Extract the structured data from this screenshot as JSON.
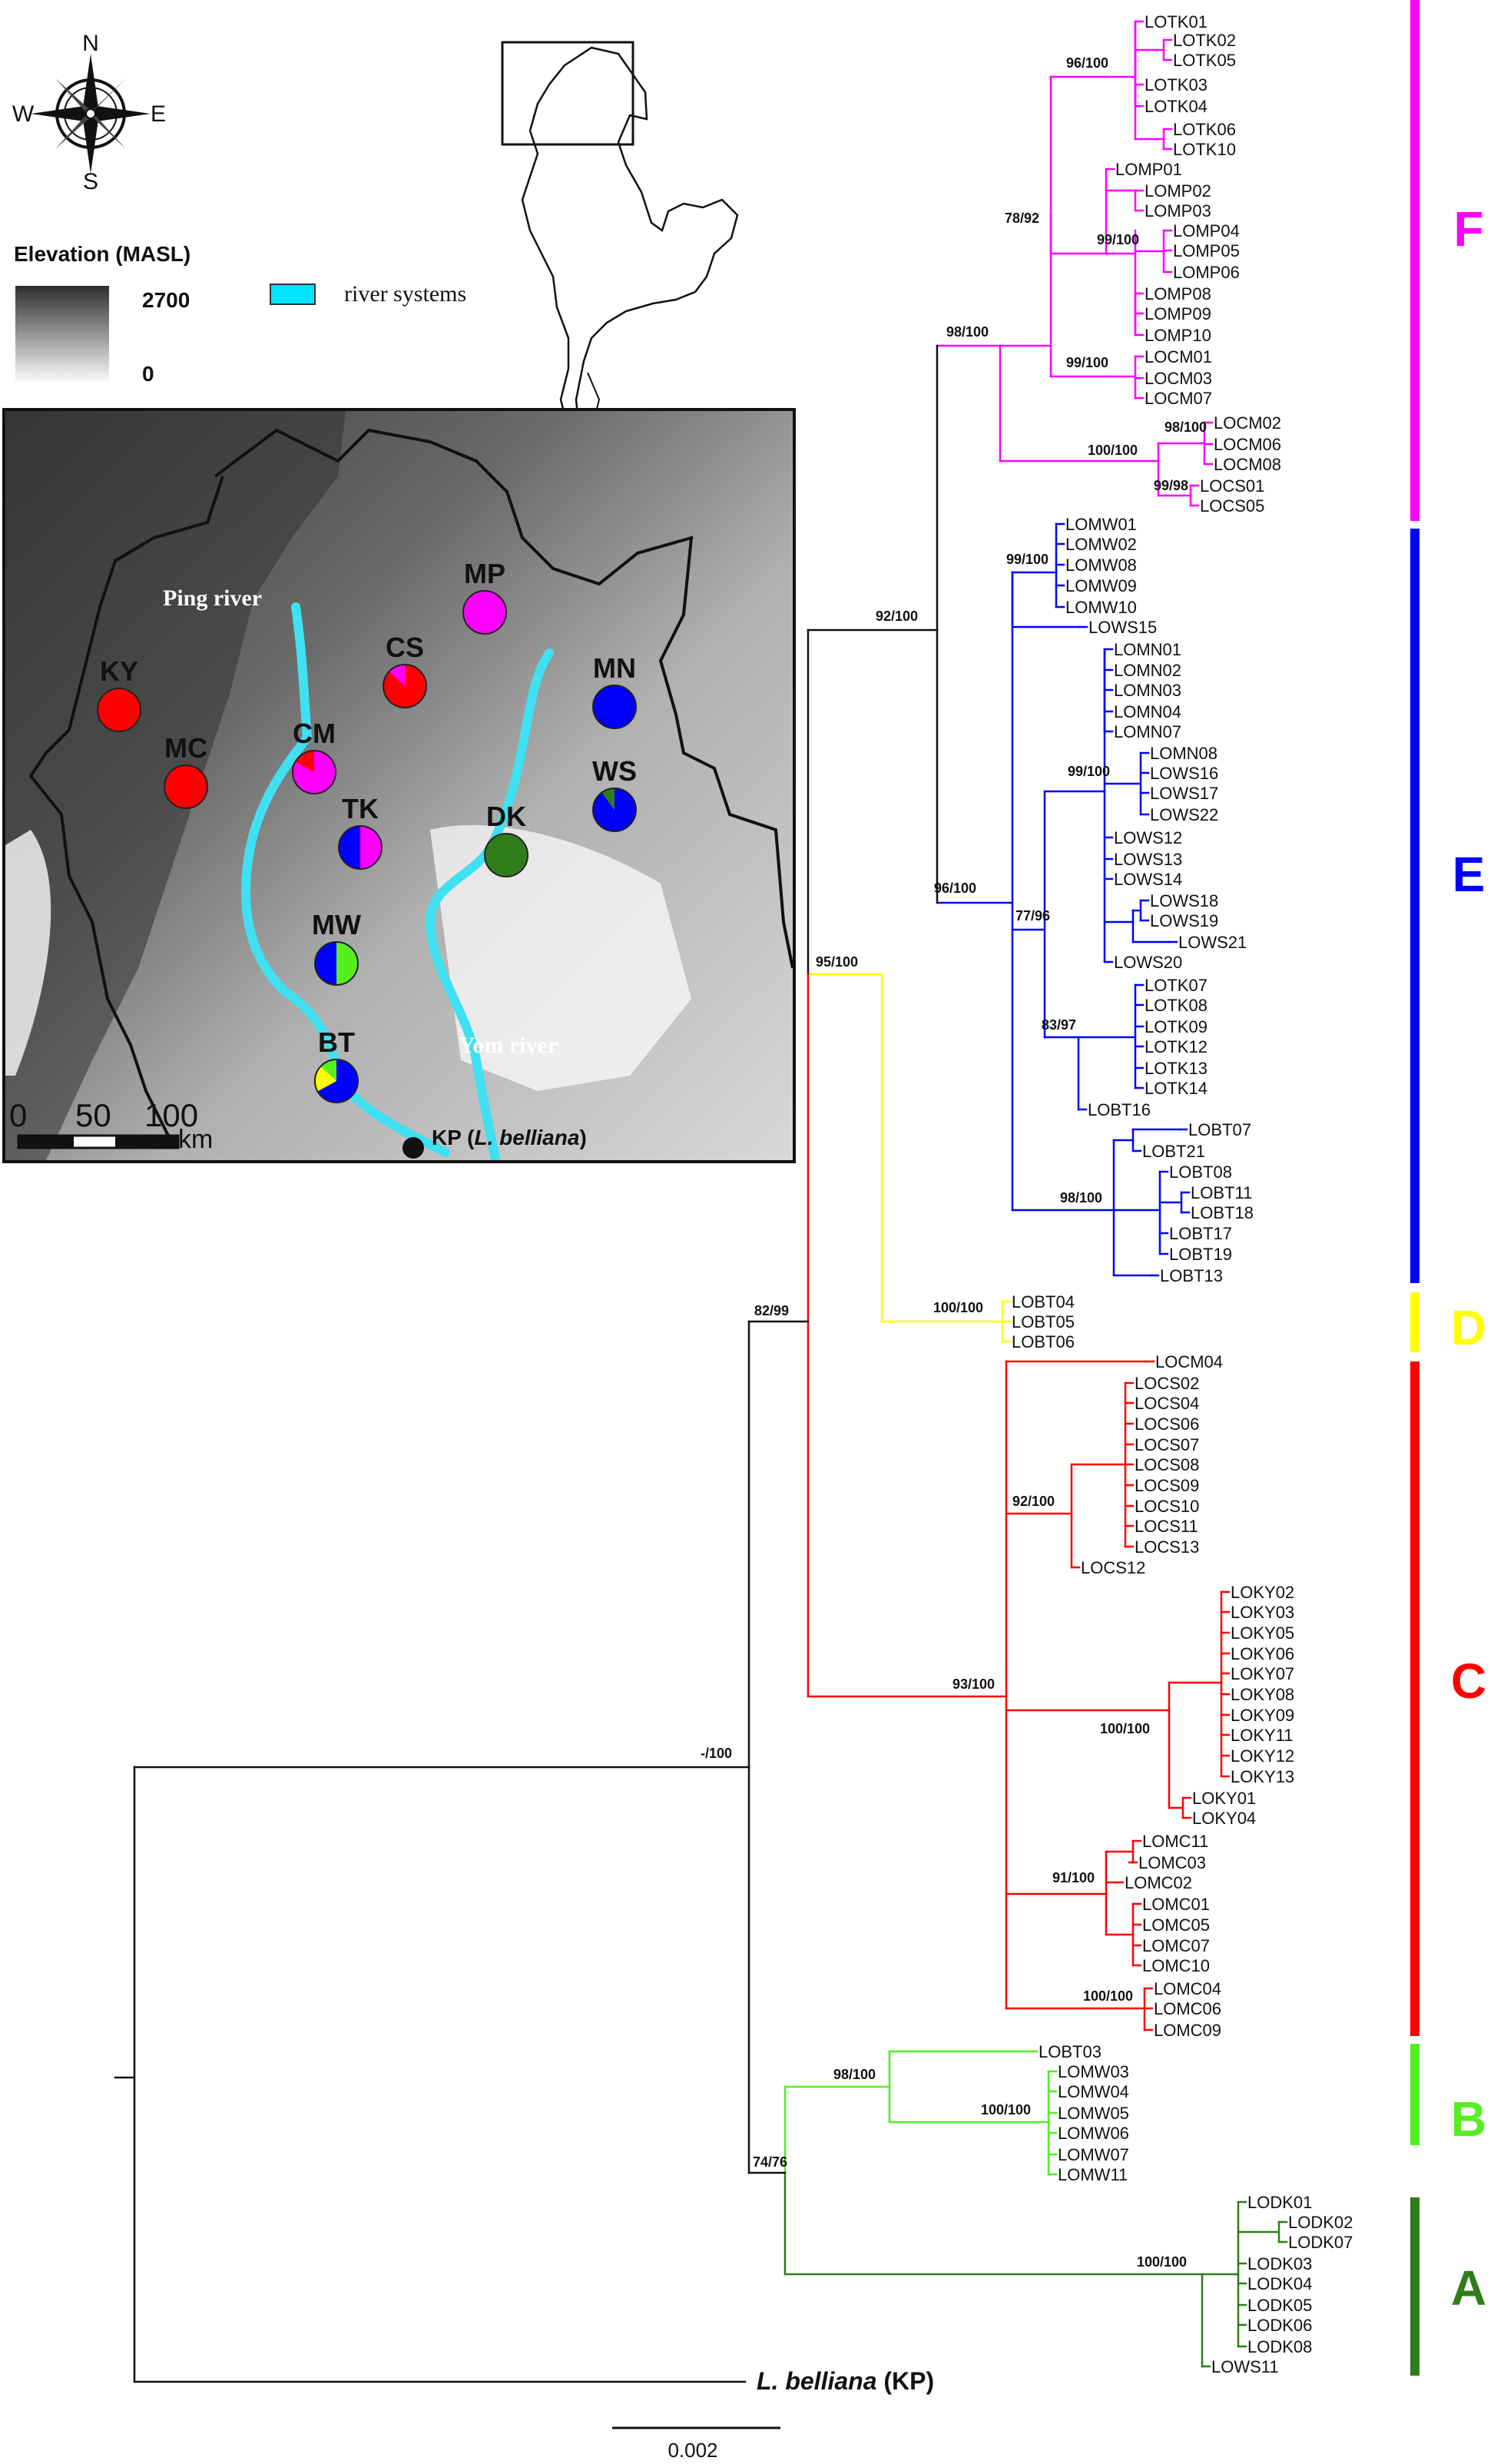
{
  "map": {
    "compass_labels": {
      "n": "N",
      "s": "S",
      "e": "E",
      "w": "W"
    },
    "elevation_title": "Elevation (MASL)",
    "elevation_max": "2700",
    "elevation_min": "0",
    "river_legend": "river systems",
    "ping_river": "Ping river",
    "yom_river": "Yom river",
    "scale_ticks": [
      "0",
      "50",
      "100"
    ],
    "scale_unit": "km",
    "outgroup_site_code": "KP",
    "outgroup_site_species": "L. belliana",
    "colors": {
      "A": "#2e7d1a",
      "B": "#55ee22",
      "C": "#ff0000",
      "D": "#ffff00",
      "E": "#0000ff",
      "F": "#ff00ff"
    },
    "sites": [
      {
        "code": "KY",
        "composition": [
          {
            "clade": "C",
            "fraction": 1.0
          }
        ]
      },
      {
        "code": "MC",
        "composition": [
          {
            "clade": "C",
            "fraction": 1.0
          }
        ]
      },
      {
        "code": "CS",
        "composition": [
          {
            "clade": "C",
            "fraction": 0.87
          },
          {
            "clade": "F",
            "fraction": 0.13
          }
        ]
      },
      {
        "code": "MP",
        "composition": [
          {
            "clade": "F",
            "fraction": 1.0
          }
        ]
      },
      {
        "code": "MN",
        "composition": [
          {
            "clade": "E",
            "fraction": 1.0
          }
        ]
      },
      {
        "code": "CM",
        "composition": [
          {
            "clade": "F",
            "fraction": 0.83
          },
          {
            "clade": "C",
            "fraction": 0.17
          }
        ]
      },
      {
        "code": "WS",
        "composition": [
          {
            "clade": "E",
            "fraction": 0.9
          },
          {
            "clade": "A",
            "fraction": 0.1
          }
        ]
      },
      {
        "code": "TK",
        "composition": [
          {
            "clade": "F",
            "fraction": 0.5
          },
          {
            "clade": "E",
            "fraction": 0.5
          }
        ]
      },
      {
        "code": "DK",
        "composition": [
          {
            "clade": "A",
            "fraction": 1.0
          }
        ]
      },
      {
        "code": "MW",
        "composition": [
          {
            "clade": "B",
            "fraction": 0.5
          },
          {
            "clade": "E",
            "fraction": 0.5
          }
        ]
      },
      {
        "code": "BT",
        "composition": [
          {
            "clade": "E",
            "fraction": 0.67
          },
          {
            "clade": "D",
            "fraction": 0.2
          },
          {
            "clade": "B",
            "fraction": 0.13
          }
        ]
      }
    ]
  },
  "tree": {
    "scale_label": "0.002",
    "outgroup_name": "L. belliana",
    "outgroup_suffix": "(KP)",
    "clades": [
      {
        "letter": "F",
        "color": "#ff00ff"
      },
      {
        "letter": "E",
        "color": "#0000ff"
      },
      {
        "letter": "D",
        "color": "#ffff00"
      },
      {
        "letter": "C",
        "color": "#ff0000"
      },
      {
        "letter": "B",
        "color": "#55ee22"
      },
      {
        "letter": "A",
        "color": "#2e7d1a"
      }
    ],
    "support": {
      "F_TK": "96/100",
      "F_MP": "99/100",
      "F_MPTK": "78/92",
      "F_CM": "99/100",
      "F_CMCS": "98/100",
      "F_CS": "99/98",
      "F_CMCS_root": "100/100",
      "F_root": "98/100",
      "EF": "92/100",
      "E_MW": "99/100",
      "E_big": "99/100",
      "E_mid": "77/96",
      "E_TK": "83/97",
      "E_upper": "96/100",
      "E_BT": "98/100",
      "DEF": "95/100",
      "D": "100/100",
      "CDEF": "82/99",
      "C_CS": "92/100",
      "C_KY": "100/100",
      "C_MC": "91/100",
      "C_MC2": "100/100",
      "C_root": "93/100",
      "ingroup": "-/100",
      "B": "98/100",
      "B_MW": "100/100",
      "AB": "74/76",
      "A": "100/100"
    },
    "tips": {
      "F": [
        "LOTK01",
        "LOTK02",
        "LOTK05",
        "LOTK03",
        "LOTK04",
        "LOTK06",
        "LOTK10",
        "LOMP01",
        "LOMP02",
        "LOMP03",
        "LOMP04",
        "LOMP05",
        "LOMP06",
        "LOMP08",
        "LOMP09",
        "LOMP10",
        "LOCM01",
        "LOCM03",
        "LOCM07",
        "LOCM02",
        "LOCM06",
        "LOCM08",
        "LOCS01",
        "LOCS05"
      ],
      "E": [
        "LOMW01",
        "LOMW02",
        "LOMW08",
        "LOMW09",
        "LOMW10",
        "LOWS15",
        "LOMN01",
        "LOMN02",
        "LOMN03",
        "LOMN04",
        "LOMN07",
        "LOMN08",
        "LOWS16",
        "LOWS17",
        "LOWS22",
        "LOWS12",
        "LOWS13",
        "LOWS14",
        "LOWS18",
        "LOWS19",
        "LOWS21",
        "LOWS20",
        "LOTK07",
        "LOTK08",
        "LOTK09",
        "LOTK12",
        "LOTK13",
        "LOTK14",
        "LOBT16",
        "LOBT07",
        "LOBT21",
        "LOBT08",
        "LOBT11",
        "LOBT18",
        "LOBT17",
        "LOBT19",
        "LOBT13"
      ],
      "D": [
        "LOBT04",
        "LOBT05",
        "LOBT06"
      ],
      "C": [
        "LOCM04",
        "LOCS02",
        "LOCS04",
        "LOCS06",
        "LOCS07",
        "LOCS08",
        "LOCS09",
        "LOCS10",
        "LOCS11",
        "LOCS13",
        "LOCS12",
        "LOKY02",
        "LOKY03",
        "LOKY05",
        "LOKY06",
        "LOKY07",
        "LOKY08",
        "LOKY09",
        "LOKY11",
        "LOKY12",
        "LOKY13",
        "LOKY01",
        "LOKY04",
        "LOMC11",
        "LOMC03",
        "LOMC02",
        "LOMC01",
        "LOMC05",
        "LOMC07",
        "LOMC10",
        "LOMC04",
        "LOMC06",
        "LOMC09"
      ],
      "B": [
        "LOBT03",
        "LOMW03",
        "LOMW04",
        "LOMW05",
        "LOMW06",
        "LOMW07",
        "LOMW11"
      ],
      "A": [
        "LODK01",
        "LODK02",
        "LODK07",
        "LODK03",
        "LODK04",
        "LODK05",
        "LODK06",
        "LODK08",
        "LOWS11"
      ]
    }
  }
}
